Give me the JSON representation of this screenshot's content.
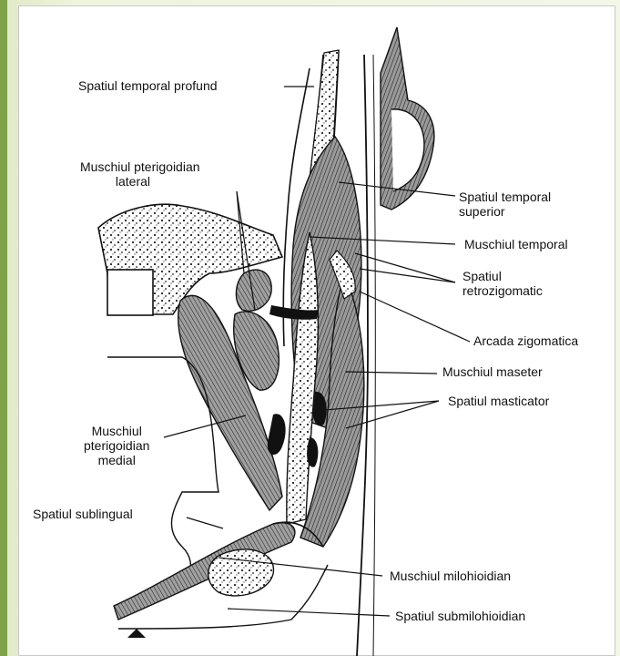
{
  "labels": {
    "spatiul_temporal_profund": "Spatiul temporal profund",
    "muschiul_pterigoidian_lateral": "Muschiul pterigoidian\n          lateral",
    "spatiul_temporal_superior": "Spatiul temporal\nsuperior",
    "muschiul_temporal": "Muschiul temporal",
    "spatiul_retrozigomatic": "Spatiul\nretrozigomatic",
    "arcada_zigomatica": "Arcada zigomatica",
    "muschiul_maseter": "Muschiul maseter",
    "spatiul_masticator": "Spatiul masticator",
    "muschiul_pterigoidian_medial": "Muschiul\npterigoidian\nmedial",
    "spatiul_sublingual": "Spatiul sublingual",
    "muschiul_milohioidian": "Muschiul milohioidian",
    "spatiul_submilohioidian": "Spatiul submilohioidian"
  },
  "colors": {
    "slide_accent": "#7fa24a",
    "ink": "#111111",
    "muscle_fill": "#8a8a8a",
    "bone_fill": "#ffffff"
  }
}
